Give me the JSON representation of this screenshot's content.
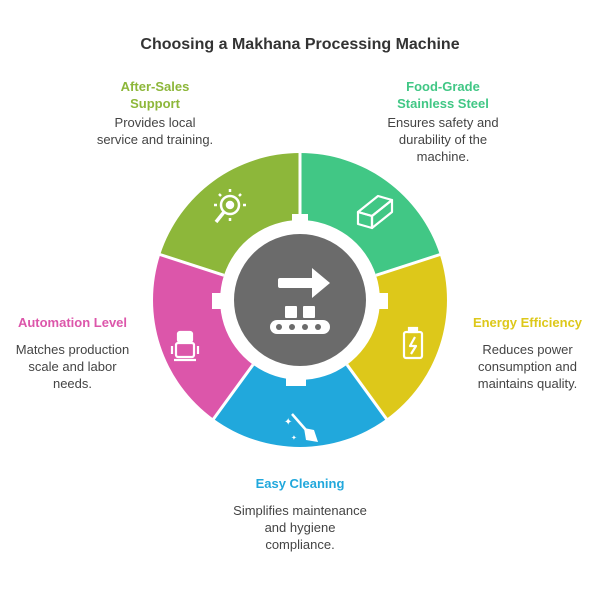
{
  "title": "Choosing a Makhana Processing Machine",
  "segments": [
    {
      "key": "after-sales",
      "head": "After-Sales Support",
      "desc": "Provides local service and training.",
      "color": "#8db73a",
      "icon": "gear-wrench-icon"
    },
    {
      "key": "food-grade",
      "head": "Food-Grade Stainless Steel",
      "desc": "Ensures safety and durability of the machine.",
      "color": "#41c785",
      "icon": "steel-bar-icon"
    },
    {
      "key": "energy",
      "head": "Energy Efficiency",
      "desc": "Reduces power consumption and maintains quality.",
      "color": "#ddc81a",
      "icon": "battery-charge-icon"
    },
    {
      "key": "cleaning",
      "head": "Easy Cleaning",
      "desc": "Simplifies maintenance and hygiene compliance.",
      "color": "#21a8dc",
      "icon": "broom-icon"
    },
    {
      "key": "automation",
      "head": "Automation Level",
      "desc": "Matches production scale and labor needs.",
      "color": "#dc56aa",
      "icon": "robot-icon"
    }
  ],
  "center": {
    "color": "#6b6b6b",
    "icon": "conveyor-arrow-icon"
  }
}
